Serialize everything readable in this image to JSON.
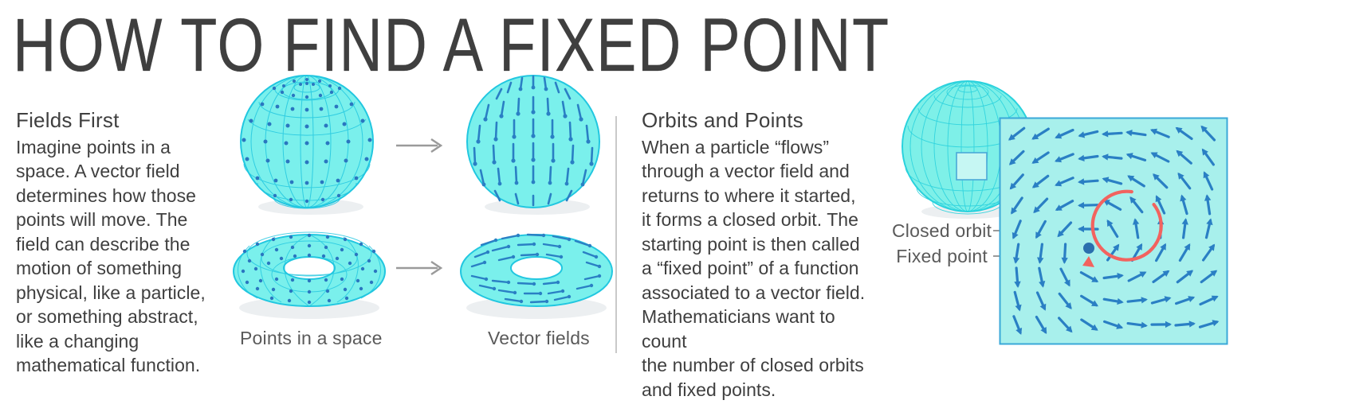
{
  "title": "HOW TO FIND A FIXED POINT",
  "colors": {
    "text": "#3f3f3f",
    "caption": "#5a5a5a",
    "sphere_fill": "#7af0ec",
    "sphere_stroke": "#22c7e0",
    "dot": "#2a76c0",
    "arrow_blue": "#2a7fc4",
    "panel_fill": "#a8f0ec",
    "panel_stroke": "#3aa8d8",
    "orbit_red": "#f2635f",
    "divider": "#c9c9c9",
    "leader": "#9a9a9a",
    "globe_fill": "#7ef0e8",
    "globe_stroke": "#2ad2dd"
  },
  "left_column": {
    "heading": "Fields First",
    "body": "Imagine points in a\nspace. A vector field\ndetermines how those\npoints will move. The\nfield can describe the\nmotion of something\nphysical, like a particle,\nor something abstract,\nlike a changing\nmathematical function."
  },
  "mid_column": {
    "heading": "Orbits and Points",
    "body": "When a particle “flows”\nthrough a vector field and\nreturns to where it started,\nit forms a closed orbit. The\nstarting point is then called\na “fixed point” of a function\nassociated to a vector field.\nMathematicians want to count\nthe number of closed orbits\nand fixed points."
  },
  "captions": {
    "points_in_a_space": "Points in a space",
    "vector_fields": "Vector fields"
  },
  "annotations": {
    "closed_orbit": "Closed orbit",
    "fixed_point": "Fixed point"
  },
  "figures": {
    "sphere_dots": "dotted-sphere",
    "sphere_vectors": "vector-sphere",
    "torus_dots": "dotted-torus",
    "torus_vectors": "vector-torus",
    "globe": "wireframe-globe",
    "arrow_top": "right-arrow",
    "arrow_bottom": "right-arrow",
    "vector_field_panel": "vector-field-grid"
  }
}
